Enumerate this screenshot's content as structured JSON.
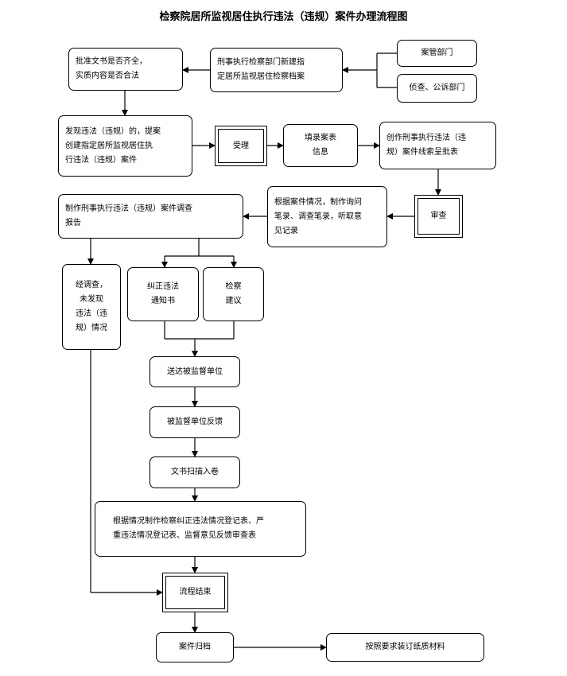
{
  "title": "检察院居所监视居住执行违法（违规）案件办理流程图",
  "nodes": {
    "anguan_bumen": "案管部门",
    "zhencha_gongsu": "侦查、公诉部门",
    "xinjian_dangan": "刑事执行检察部门新建指\n定居所监视居住检察档案",
    "pizhun_wenshu": "批准文书是否齐全，\n实质内容是否合法",
    "faxian_weifa": "发现违法（违规）的，提案\n创建指定居所监视居住执\n行违法（违规）案件",
    "shouli": "受理",
    "tianlu_anbiao": "填录案表\n信息",
    "chuangzuo_xiansuo": "创作刑事执行违法（违\n规）案件线索呈批表",
    "shencha": "审查",
    "genju_anjian": "根据案件情况，制作询问\n笔录、调查笔录，听取意\n见记录",
    "zhizuo_diaocha": "制作刑事执行违法（违规）案件调查\n报告",
    "wei_faxian": "经调查，\n未发现\n违法（违\n规）情况",
    "jiuzheng_tongzhi": "纠正违法\n通知书",
    "jiancha_jianyi": "检察\n建议",
    "songda": "送达被监督单位",
    "fankui": "被监督单位反馈",
    "saomiao": "文书扫描入卷",
    "dengji": "根据情况制作检察纠正违法情况登记表、严\n重违法情况登记表、监督意见反馈审查表",
    "liucheng_jieshu": "流程结束",
    "guidang": "案件归档",
    "zhuangding": "按照要求装订纸质材料"
  }
}
